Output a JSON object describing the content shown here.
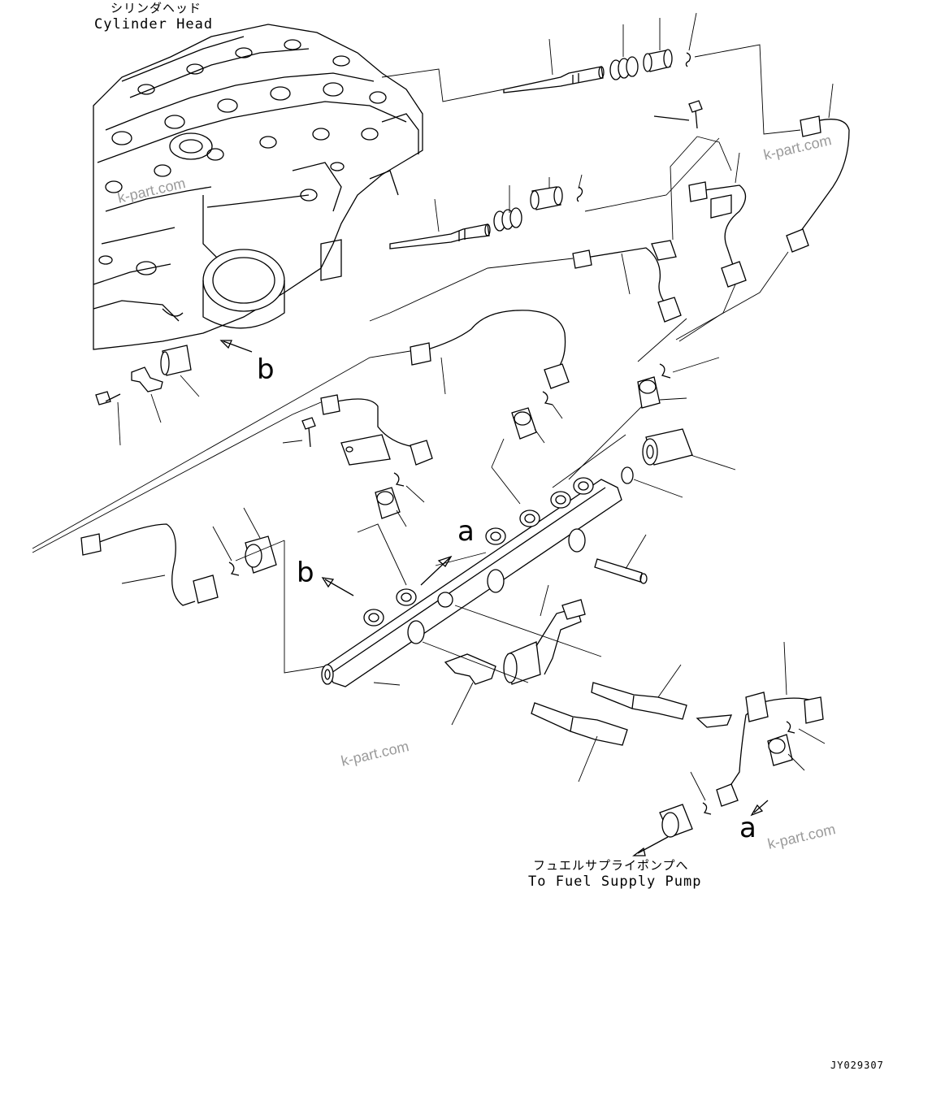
{
  "labels": {
    "cylinder_head_jp": "シリンダヘッド",
    "cylinder_head_en": "Cylinder Head",
    "fuel_pump_jp": "フュエルサプライポンプへ",
    "fuel_pump_en": "To Fuel Supply Pump",
    "marker_a": "a",
    "marker_b": "b",
    "drawing_code": "JY029307"
  },
  "watermarks": [
    "k-part.com",
    "k-part.com",
    "k-part.com",
    "k-part.com"
  ],
  "colors": {
    "line": "#000000",
    "background": "#ffffff",
    "watermark": "#9a9a9a"
  }
}
